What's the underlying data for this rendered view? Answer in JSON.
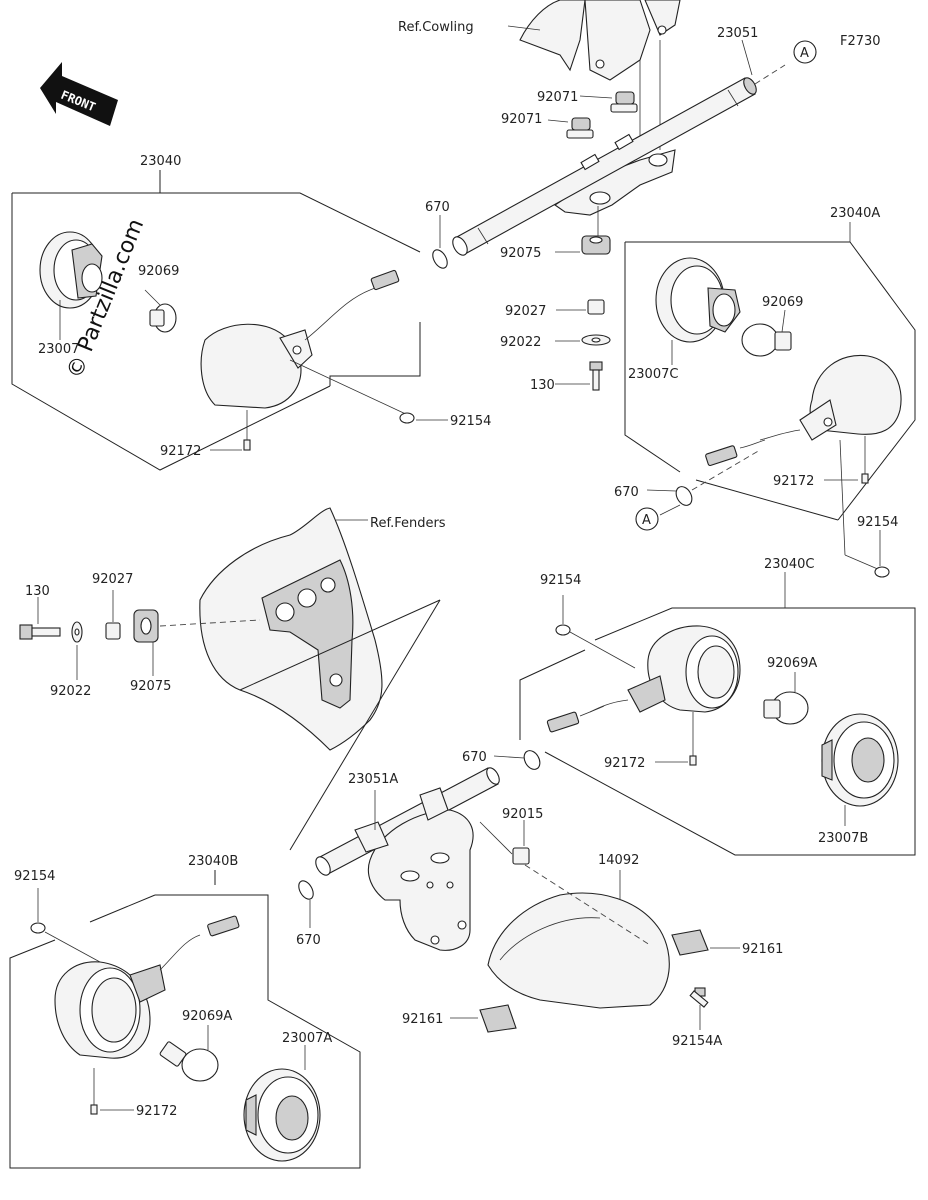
{
  "figure_code": "F2730",
  "watermark": "© Partzilla.com",
  "front_label": "FRONT",
  "refs": {
    "cowling": "Ref.Cowling",
    "fenders": "Ref.Fenders"
  },
  "callout_a": "A",
  "labels": {
    "p23051_top": "23051",
    "p92071_a": "92071",
    "p92071_b": "92071",
    "p23040": "23040",
    "p670_top": "670",
    "p92069_left": "92069",
    "p23007": "23007",
    "p92154_top": "92154",
    "p92172_top": "92172",
    "p92075_top": "92075",
    "p92027_top": "92027",
    "p92022_top": "92022",
    "p130_top": "130",
    "p23040A": "23040A",
    "p92069_right": "92069",
    "p23007C": "23007C",
    "p92172_right": "92172",
    "p670_right": "670",
    "p92154_right": "92154",
    "p130_mid": "130",
    "p92027_mid": "92027",
    "p92022_mid": "92022",
    "p92075_mid": "92075",
    "p92154_c": "92154",
    "p23040C": "23040C",
    "p92069A_c": "92069A",
    "p92172_c": "92172",
    "p23007B": "23007B",
    "p670_c": "670",
    "p23051A": "23051A",
    "p92015": "92015",
    "p14092": "14092",
    "p92161_a": "92161",
    "p92161_b": "92161",
    "p92154A": "92154A",
    "p92154_b": "92154",
    "p23040B": "23040B",
    "p670_b": "670",
    "p92069A_b": "92069A",
    "p23007A": "23007A",
    "p92172_b": "92172"
  }
}
